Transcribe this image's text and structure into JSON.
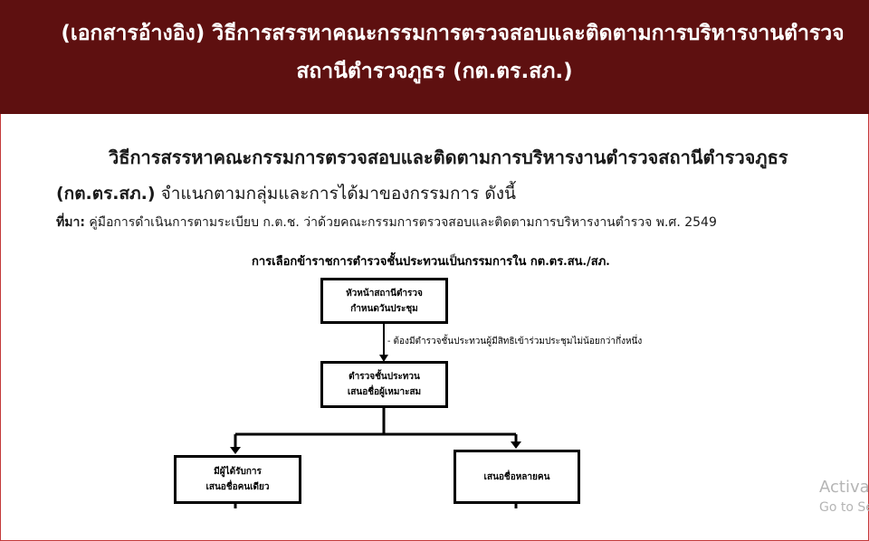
{
  "banner": {
    "line1": "(เอกสารอ้างอิง)  วิธีการสรรหาคณะกรรมการตรวจสอบและติดตามการบริหารงานตำรวจ",
    "line2": "สถานีตำรวจภูธร (กต.ตร.สภ.)"
  },
  "intro": {
    "line1": "วิธีการสรรหาคณะกรรมการตรวจสอบและติดตามการบริหารงานตำรวจสถานีตำรวจภูธร",
    "line2_bold": "(กต.ตร.สภ.)",
    "line2_rest": " จำแนกตามกลุ่มและการได้มาของกรรมการ ดังนี้"
  },
  "source": {
    "label": "ที่มา:",
    "text": " คู่มือการดำเนินการตามระเบียบ ก.ต.ช. ว่าด้วยคณะกรรมการตรวจสอบและติดตามการบริหารงานตำรวจ พ.ศ. 2549"
  },
  "flowchart": {
    "title": "การเลือกข้าราชการตำรวจชั้นประทวนเป็นกรรมการใน กต.ตร.สน./สภ.",
    "box1": {
      "line1": "หัวหน้าสถานีตำรวจ",
      "line2": "กำหนดวันประชุม"
    },
    "note": "- ต้องมีตำรวจชั้นประทวนผู้มีสิทธิเข้าร่วมประชุมไม่น้อยกว่ากึ่งหนึ่ง",
    "box2": {
      "line1": "ตำรวจชั้นประทวน",
      "line2": "เสนอชื่อผู้เหมาะสม"
    },
    "box3": {
      "line1": "มีผู้ได้รับการ",
      "line2": "เสนอชื่อคนเดียว"
    },
    "box4": {
      "line1": "เสนอชื่อหลายคน"
    }
  },
  "watermark": {
    "line1": "Activa",
    "line2": "Go to Se"
  },
  "colors": {
    "banner_bg": "#5e1010",
    "frame_border": "#c33a3a",
    "text": "#1a1a1a"
  }
}
